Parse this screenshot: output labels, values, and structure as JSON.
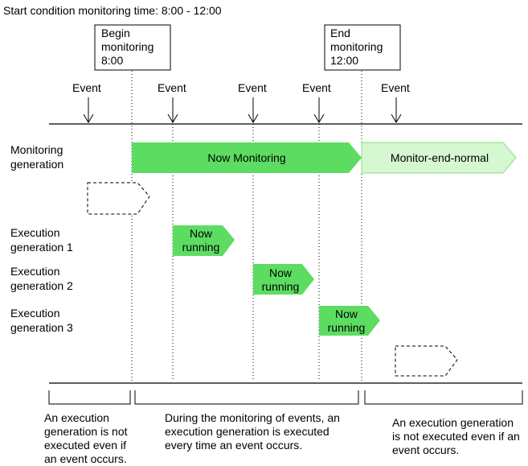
{
  "title": "Start condition monitoring time: 8:00 - 12:00",
  "begin_box": [
    "Begin",
    "monitoring",
    "8:00"
  ],
  "end_box": [
    "End",
    "monitoring",
    "12:00"
  ],
  "event_label": "Event",
  "rows": {
    "monitoring": [
      "Monitoring",
      "generation"
    ],
    "exec1": [
      "Execution",
      "generation 1"
    ],
    "exec2": [
      "Execution",
      "generation 2"
    ],
    "exec3": [
      "Execution",
      "generation 3"
    ]
  },
  "bars": {
    "now_monitoring": "Now Monitoring",
    "monitor_end": "Monitor-end-normal",
    "now_running": [
      "Now",
      "running"
    ]
  },
  "notes": {
    "before": [
      "An execution",
      "generation is not",
      "executed even if",
      "an event occurs."
    ],
    "during": [
      "During the monitoring of events, an",
      "execution generation is executed",
      "every time an event occurs."
    ],
    "after": [
      "An execution generation",
      "is not executed even if an",
      "event occurs."
    ]
  },
  "colors": {
    "active_green": "#5ddc62",
    "light_green": "#d5f8d0",
    "light_green_stroke": "#8ddc88",
    "line": "#000000"
  }
}
